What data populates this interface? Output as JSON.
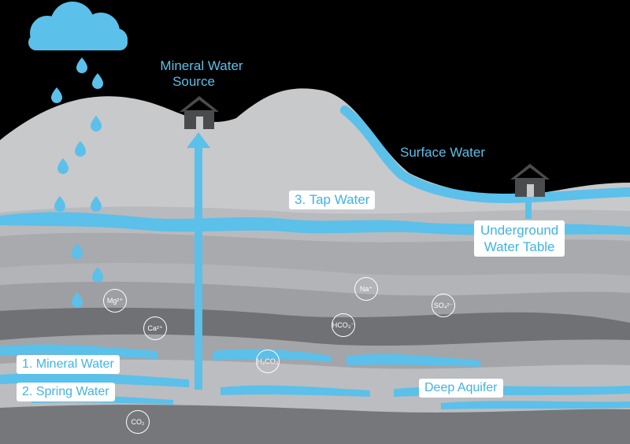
{
  "labels": {
    "mineral_source": [
      "Mineral Water",
      "Source"
    ],
    "surface_water": "Surface Water",
    "tap_water": "3. Tap Water",
    "underground": [
      "Underground",
      "Water Table"
    ],
    "mineral_water": "1. Mineral Water",
    "spring_water": "2. Spring Water",
    "deep_aquifer": "Deep Aquifer"
  },
  "ions": [
    "Mg²⁺",
    "Ca²⁺",
    "Na⁺",
    "HCO₃⁻",
    "SO₄²⁻",
    "H₂CO₃",
    "CO₂"
  ],
  "icons": {
    "cloud": "rain-cloud-icon",
    "house": "house-icon"
  },
  "colors": {
    "water": "#5bc0ea",
    "ground_light": "#c9cacc",
    "ground_mid": "#a9abae",
    "ground_dark": "#6d6e71",
    "background": "#000000"
  }
}
